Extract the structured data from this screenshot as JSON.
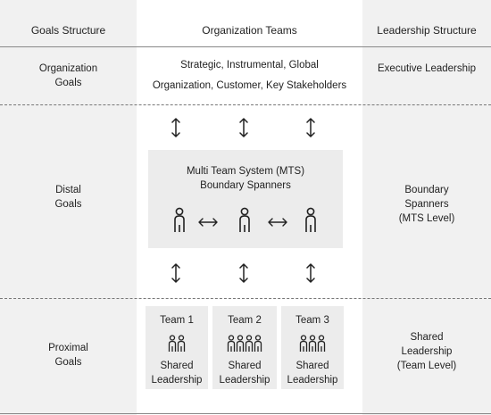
{
  "headers": {
    "goals": "Goals Structure",
    "teams": "Organization Teams",
    "leadership": "Leadership Structure"
  },
  "rows": {
    "organization": {
      "goal_line1": "Organization",
      "goal_line2": "Goals",
      "teams_line1": "Strategic, Instrumental, Global",
      "teams_line2": "Organization, Customer, Key Stakeholders",
      "leadership": "Executive Leadership"
    },
    "distal": {
      "goal_line1": "Distal",
      "goal_line2": "Goals",
      "mts_line1": "Multi Team System (MTS)",
      "mts_line2": "Boundary Spanners",
      "leadership_line1": "Boundary",
      "leadership_line2": "Spanners",
      "leadership_line3": "(MTS Level)"
    },
    "proximal": {
      "goal_line1": "Proximal",
      "goal_line2": "Goals",
      "teams": [
        {
          "name": "Team 1",
          "members": 2,
          "line1": "Shared",
          "line2": "Leadership"
        },
        {
          "name": "Team 2",
          "members": 4,
          "line1": "Shared",
          "line2": "Leadership"
        },
        {
          "name": "Team 3",
          "members": 3,
          "line1": "Shared",
          "line2": "Leadership"
        }
      ],
      "leadership_line1": "Shared",
      "leadership_line2": "Leadership",
      "leadership_line3": "(Team Level)"
    }
  },
  "icons": {
    "vertical_arrow": "updown-arrow-icon",
    "horizontal_arrow": "leftright-arrow-icon",
    "person": "person-icon"
  },
  "colors": {
    "side_column_bg": "#f1f1f1",
    "box_bg": "#ececec",
    "line": "#888888",
    "text": "#222222"
  }
}
